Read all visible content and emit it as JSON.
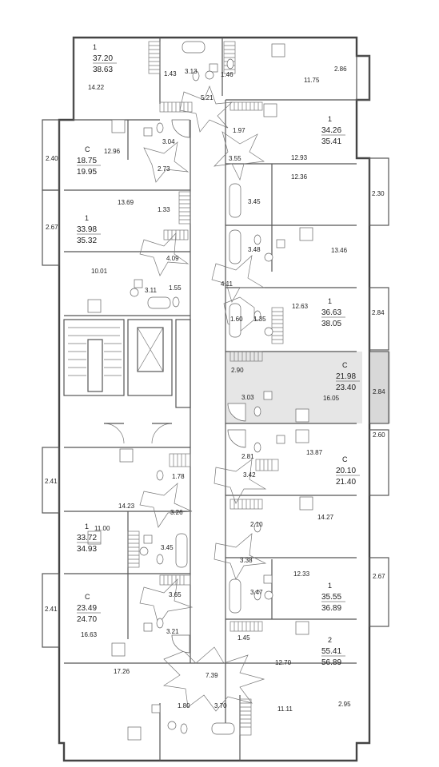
{
  "colors": {
    "wall": "#555555",
    "highlight": "#e6e6e6",
    "background": "#ffffff"
  },
  "icons": [
    "stove-icon",
    "sink-icon",
    "washer-icon",
    "toilet-icon",
    "bathtub-icon",
    "shower-icon",
    "door-arc-icon"
  ],
  "apartments": [
    {
      "rooms": "1",
      "total": "37.20",
      "full": "38.63"
    },
    {
      "rooms": "С",
      "total": "18.75",
      "full": "19.95"
    },
    {
      "rooms": "1",
      "total": "34.26",
      "full": "35.41"
    },
    {
      "rooms": "1",
      "total": "33.98",
      "full": "35.32"
    },
    {
      "rooms": "1",
      "total": "36.63",
      "full": "38.05"
    },
    {
      "rooms": "С",
      "total": "21.98",
      "full": "23.40",
      "highlighted": true
    },
    {
      "rooms": "С",
      "total": "20.10",
      "full": "21.40"
    },
    {
      "rooms": "1",
      "total": "33.72",
      "full": "34.93"
    },
    {
      "rooms": "С",
      "total": "23.49",
      "full": "24.70"
    },
    {
      "rooms": "1",
      "total": "35.55",
      "full": "36.89"
    },
    {
      "rooms": "2",
      "total": "55.41",
      "full": "56.89"
    }
  ],
  "room_areas": [
    "14.22",
    "1.43",
    "3.13",
    "1.46",
    "11.75",
    "2.86",
    "5.21",
    "1.97",
    "12.93",
    "3.55",
    "12.96",
    "3.04",
    "2.73",
    "2.40",
    "12.36",
    "3.45",
    "2.30",
    "13.69",
    "1.33",
    "2.67",
    "4.09",
    "3.48",
    "13.46",
    "10.01",
    "3.11",
    "1.55",
    "4.11",
    "12.63",
    "1.60",
    "1.35",
    "2.84",
    "2.90",
    "3.03",
    "16.05",
    "2.84",
    "2.60",
    "2.81",
    "13.87",
    "3.42",
    "1.78",
    "2.41",
    "14.23",
    "3.26",
    "14.27",
    "2.10",
    "11.00",
    "3.45",
    "3.38",
    "12.33",
    "3.47",
    "2.67",
    "3.65",
    "2.41",
    "16.63",
    "3.21",
    "1.45",
    "12.70",
    "17.26",
    "7.39",
    "1.80",
    "3.70",
    "11.11",
    "2.95"
  ]
}
